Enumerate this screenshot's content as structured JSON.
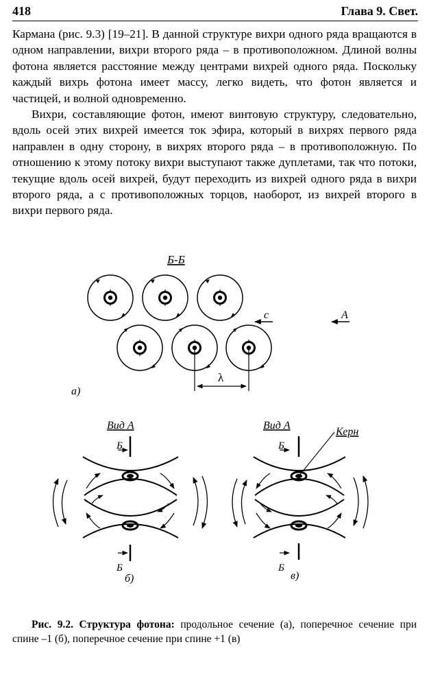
{
  "header": {
    "page_number": "418",
    "chapter": "Глава 9. Свет."
  },
  "body": {
    "p1": "Кармана (рис. 9.3) [19–21]. В данной структуре вихри одного ряда вращаются в одном направлении, вихри второго ряда – в противоположном. Длиной волны фотона является расстояние между центрами вихрей одного ряда. Поскольку каждый вихрь фотона имеет массу,  легко видеть, что фотон является и частицей, и волной одновременно.",
    "p2": "Вихри, составляющие фотон, имеют винтовую структуру, следовательно, вдоль осей этих вихрей имеется ток эфира, который в вихрях первого ряда направлен в одну сторону, в вихрях второго ряда – в противоположную. По отношению к этому потоку вихри выступают также дуплетами, так что потоки, текущие вдоль осей вихрей, будут переходить из вихрей одного ряда в вихри второго ряда, а с противоположных торцов, наоборот, из вихрей второго в вихри первого ряда."
  },
  "figure": {
    "section_label": "Б-Б",
    "velocity_label": "c",
    "view_arrow_label": "A",
    "wavelength_label": "λ",
    "panel_a_label": "а)",
    "panel_b_label": "б)",
    "panel_c_label": "в)",
    "view_label_b": "Вид А",
    "view_label_c": "Вид А",
    "cut_label": "Б",
    "core_label": "Керн"
  },
  "caption": {
    "bold": "Рис. 9.2. Структура фотона:",
    "text": " продольное сечение (а), поперечное сечение при спине –1 (б),  поперечное сечение при спине +1 (в)"
  }
}
